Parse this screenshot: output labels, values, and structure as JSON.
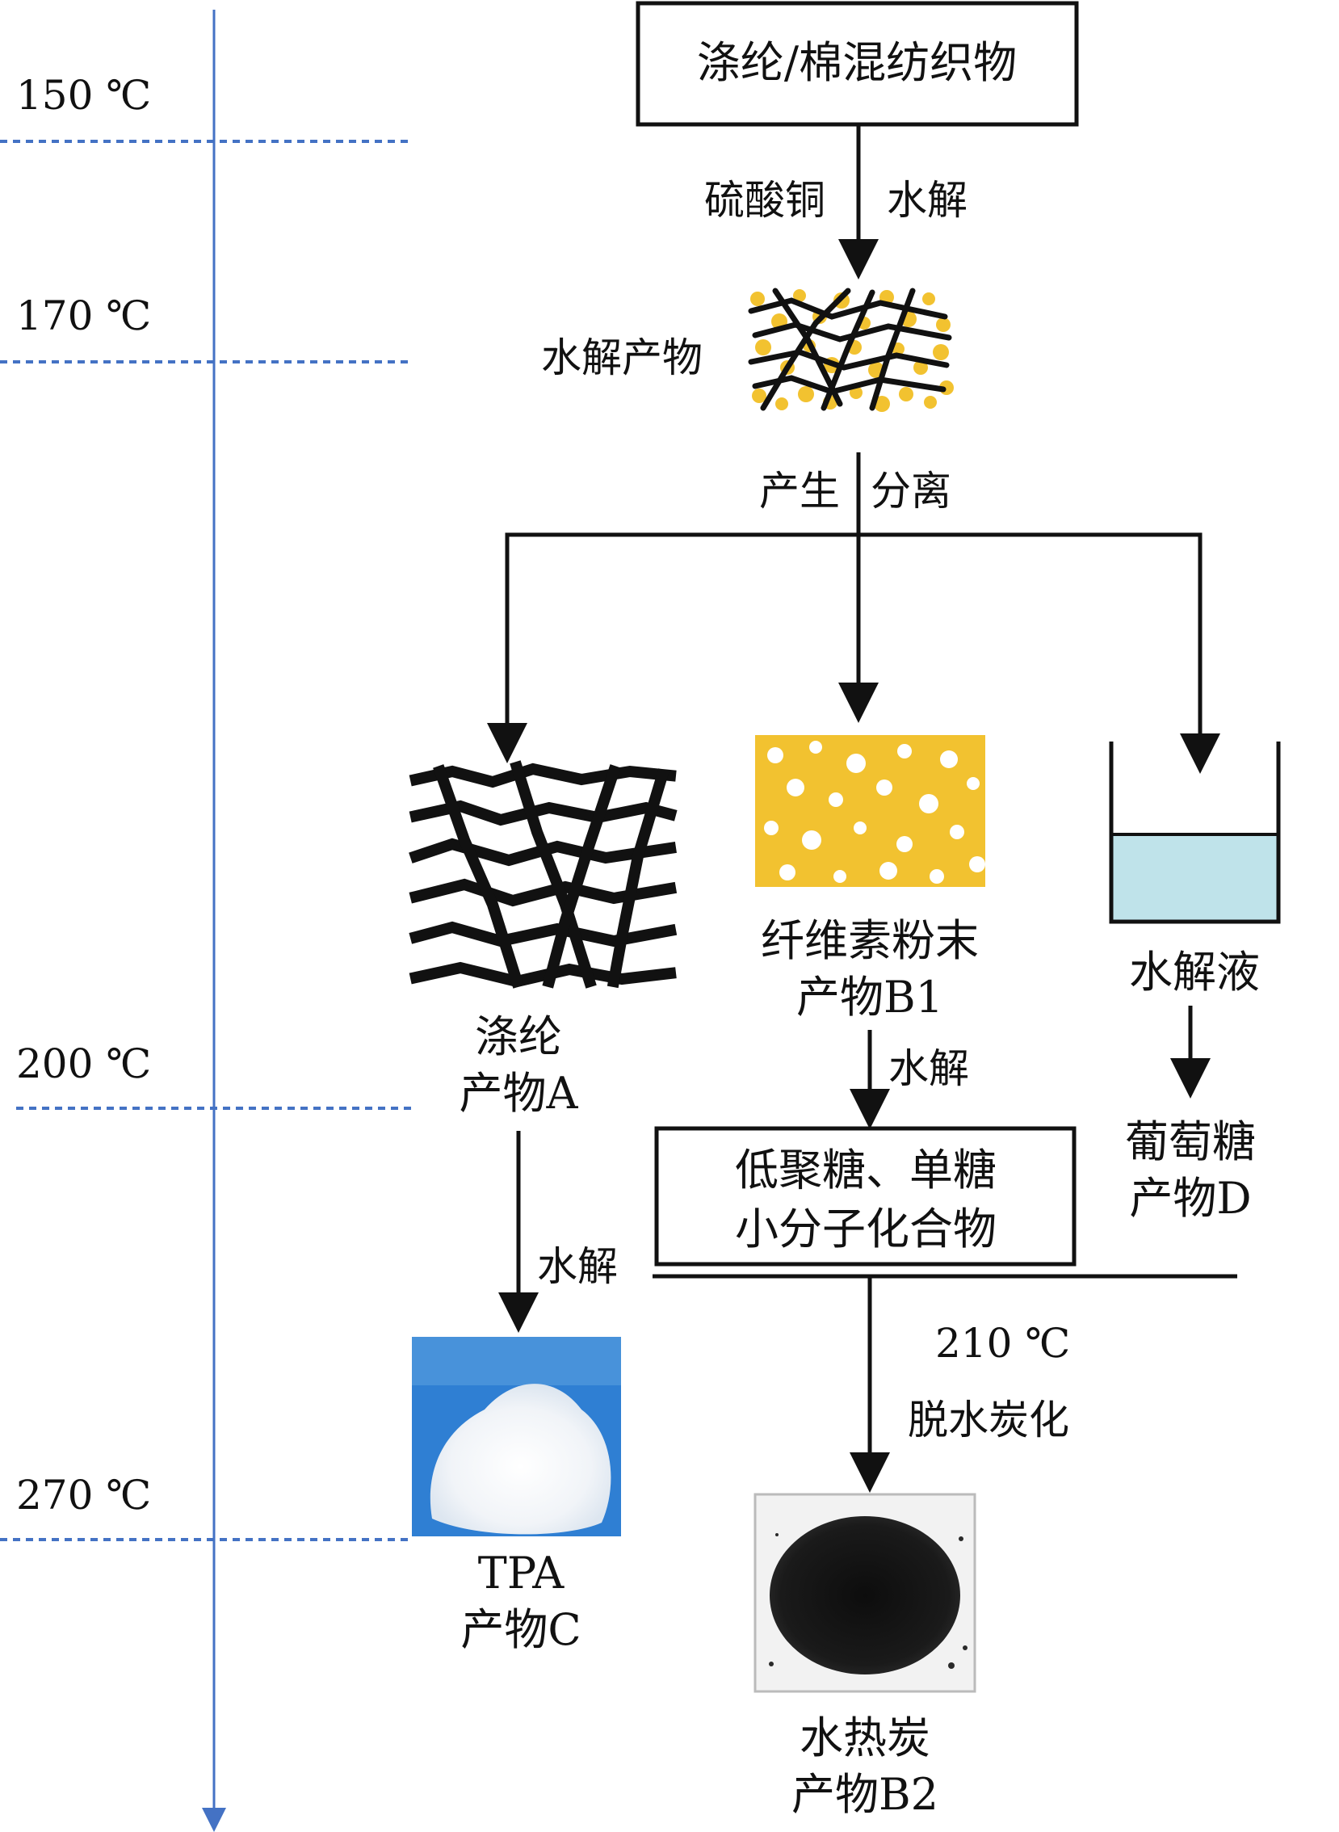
{
  "temperature_axis": {
    "ticks": [
      {
        "label": "150 ℃"
      },
      {
        "label": "170 ℃"
      },
      {
        "label": "200 ℃"
      },
      {
        "label": "270 ℃"
      }
    ]
  },
  "start_box": {
    "label": "涤纶/棉混纺织物"
  },
  "step1": {
    "left": "硫酸铜",
    "right": "水解"
  },
  "hydrolysis_product": {
    "label": "水解产物"
  },
  "step2": {
    "left": "产生",
    "right": "分离"
  },
  "product_a": {
    "line1": "涤纶",
    "line2": "产物A"
  },
  "product_b1": {
    "line1": "纤维素粉末",
    "line2": "产物B1"
  },
  "hydrolysate": {
    "label": "水解液"
  },
  "step_b1": {
    "label": "水解"
  },
  "sugar_box": {
    "line1": "低聚糖、单糖",
    "line2": "小分子化合物"
  },
  "product_d": {
    "line1": "葡萄糖",
    "line2": "产物D"
  },
  "step_a": {
    "label": "水解"
  },
  "step_b2": {
    "temp": "210 ℃",
    "label": "脱水炭化"
  },
  "product_c": {
    "line1": "TPA",
    "line2": "产物C"
  },
  "product_b2": {
    "line1": "水热炭",
    "line2": "产物B2"
  },
  "colors": {
    "axis": "#4472c4",
    "fiber": "#111111",
    "cellulose": "#f2c230",
    "liquid": "#bfe3ea",
    "tpa_bg": "#2f7fd3",
    "char": "#161616"
  }
}
